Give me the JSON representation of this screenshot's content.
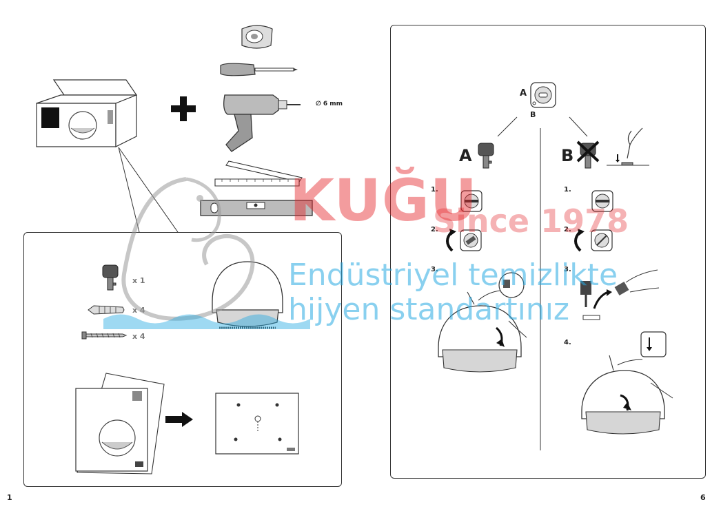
{
  "tools": {
    "drill_size": "∅ 6 mm"
  },
  "contents": {
    "key_qty": "x 1",
    "plug_qty": "x 4",
    "screw_qty": "x 4"
  },
  "key_options": {
    "a_label": "A",
    "b_label": "B",
    "lock_label_a": "A",
    "lock_label_b": "B"
  },
  "steps_a": [
    "1.",
    "2.",
    "3."
  ],
  "steps_b": [
    "1.",
    "2.",
    "3.",
    "4."
  ],
  "pages": {
    "left": "1",
    "right": "6"
  },
  "watermark": {
    "brand": "KUĞU",
    "since": "Since 1978",
    "line1": "Endüstriyel temizlikte",
    "line2": "hijyen standartınız"
  },
  "colors": {
    "watermark_red": "#e5252a",
    "watermark_blue": "#29aae2",
    "line": "#333333"
  }
}
